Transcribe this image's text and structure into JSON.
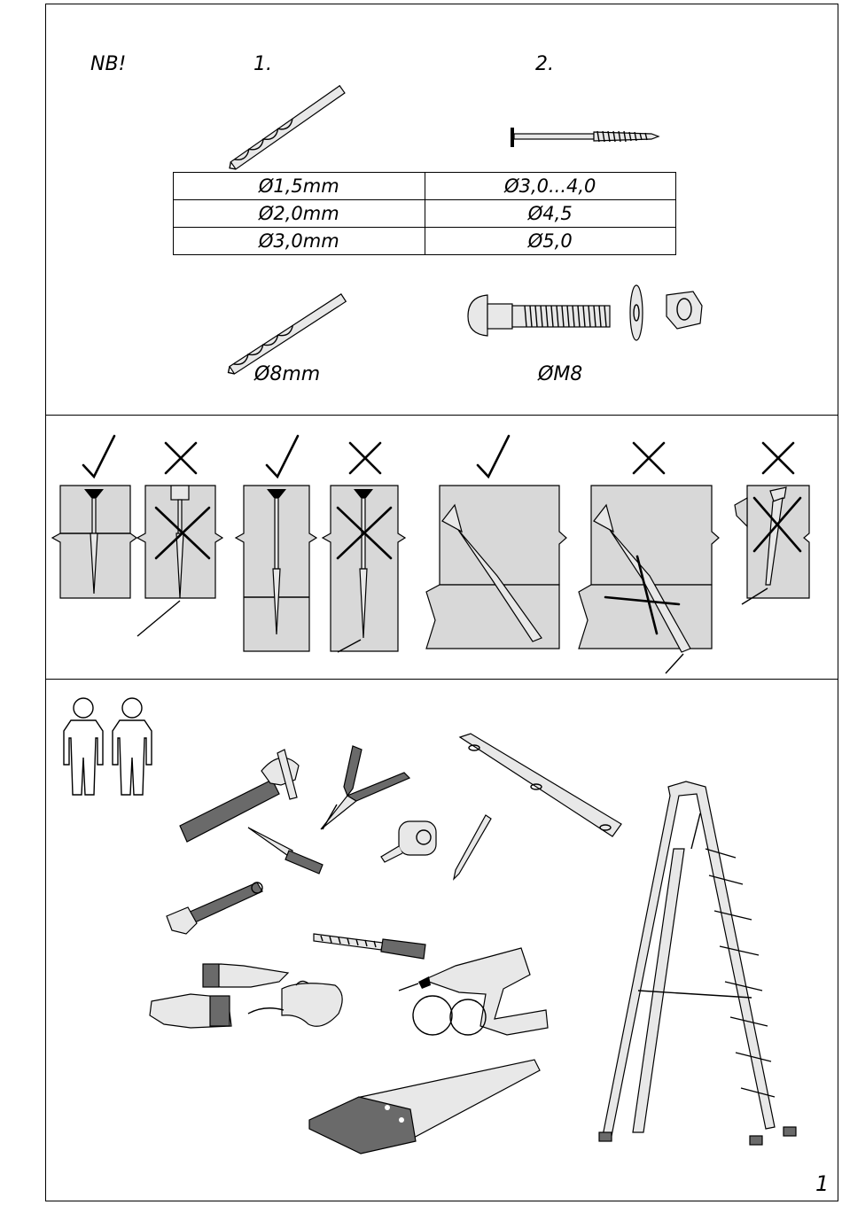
{
  "notes": {
    "nb_label": "NB!",
    "col1_label": "1.",
    "col2_label": "2."
  },
  "drill_table": {
    "rows": [
      [
        "Ø1,5mm",
        "Ø3,0...4,0"
      ],
      [
        "Ø2,0mm",
        "Ø4,5"
      ],
      [
        "Ø3,0mm",
        "Ø5,0"
      ]
    ]
  },
  "drill_bit_label": "Ø8mm",
  "bolt_label": "ØM8",
  "screw_examples": [
    {
      "mark": "check"
    },
    {
      "mark": "cross"
    },
    {
      "mark": "check"
    },
    {
      "mark": "cross"
    },
    {
      "mark": "check"
    },
    {
      "mark": "cross"
    },
    {
      "mark": "cross"
    }
  ],
  "tools": [
    "hammer",
    "knife",
    "pliers",
    "tape-measure",
    "pencil",
    "spirit-level",
    "adjustable-wrench",
    "file",
    "cordless-drill",
    "gloves",
    "safety-goggles",
    "hand-saw",
    "step-ladder"
  ],
  "people_count": 2,
  "page_number": "1"
}
